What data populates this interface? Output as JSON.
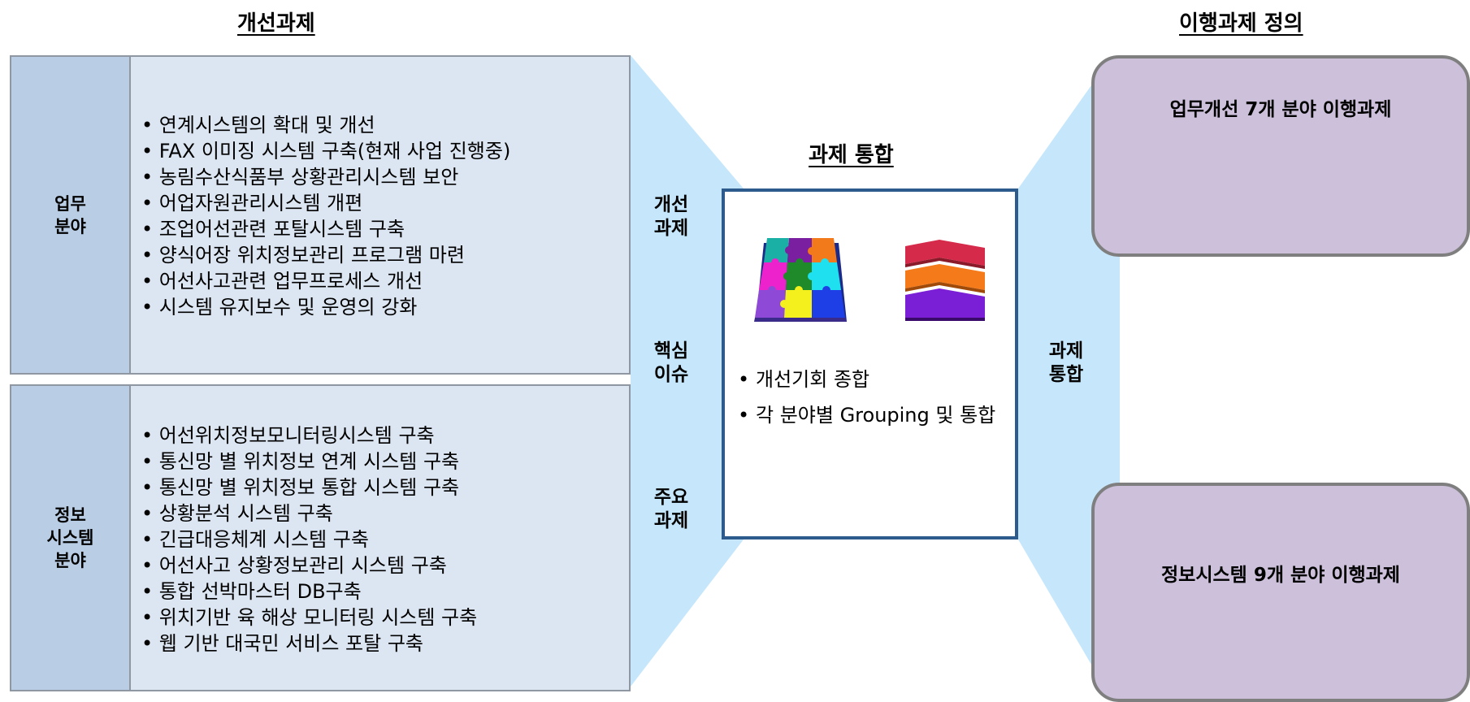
{
  "headings": {
    "improvement_tasks": "개선과제",
    "task_integration": "과제 통합",
    "transition_definition": "이행과제 정의"
  },
  "panels": [
    {
      "label": "업무\n분야",
      "items": [
        "연계시스템의 확대 및 개선",
        "FAX 이미징 시스템 구축(현재 사업 진행중)",
        "농림수산식품부 상황관리시스템 보안",
        "어업자원관리시스템 개편",
        "조업어선관련 포탈시스템 구축",
        "양식어장 위치정보관리 프로그램 마련",
        "어선사고관련 업무프로세스 개선",
        "시스템 유지보수 및 운영의 강화"
      ]
    },
    {
      "label": "정보\n시스템\n분야",
      "items": [
        "어선위치정보모니터링시스템 구축",
        "통신망 별 위치정보 연계 시스템 구축",
        "통신망 별 위치정보 통합 시스템 구축",
        "상황분석 시스템 구축",
        "긴급대응체계 시스템 구축",
        "어선사고 상황정보관리 시스템 구축",
        "통합 선박마스터 DB구축",
        "위치기반 육 해상 모니터링 시스템 구축",
        "웹 기반 대국민 서비스 포탈 구축"
      ]
    }
  ],
  "left_labels": [
    "개선\n과제",
    "핵심\n이슈",
    "주요\n과제"
  ],
  "right_label": "과제\n통합",
  "center": {
    "icons": [
      "puzzle-icon",
      "layers-icon"
    ],
    "bullets": [
      "개선기회 종합",
      "각 분야별 Grouping 및 통합"
    ]
  },
  "targets": [
    "업무개선 7개 분야 이행과제",
    "정보시스템 9개 분야 이행과제"
  ],
  "colors": {
    "panel_fill": "#dce6f2",
    "panel_side": "#b9cde5",
    "funnel": "#c6e7fb",
    "center_border": "#2d5b8e",
    "target_fill": "#ccc0da"
  }
}
